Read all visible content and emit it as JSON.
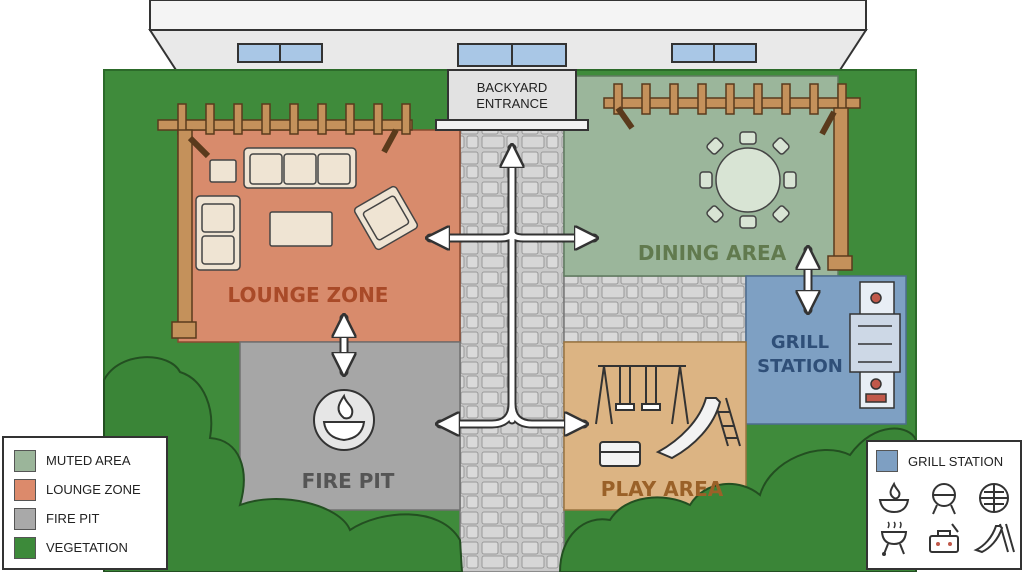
{
  "entrance": {
    "label_line1": "BACKYARD",
    "label_line2": "ENTRANCE"
  },
  "zones": {
    "lounge": "LOUNGE ZONE",
    "dining": "DINING AREA",
    "grill_line1": "GRILL",
    "grill_line2": "STATION",
    "fire_pit": "FIRE PIT",
    "play": "PLAY AREA"
  },
  "legend": {
    "items": [
      {
        "label": "MUTED AREA",
        "color": "#9bb59a"
      },
      {
        "label": "LOUNGE ZONE",
        "color": "#dc8a6b"
      },
      {
        "label": "FIRE PIT",
        "color": "#a9a9a9"
      },
      {
        "label": "VEGETATION",
        "color": "#3d8a3a"
      }
    ]
  },
  "grill_legend": {
    "title": "GRILL STATION",
    "color": "#7e9fc2",
    "icons": [
      "fire-bowl-icon",
      "kettle-grill-icon",
      "grill-grate-icon",
      "barbecue-grill-icon",
      "toolbox-icon",
      "slide-icon"
    ]
  },
  "colors": {
    "lawn": "#3f8b3b",
    "lounge": "#d88b6c",
    "dining": "#9bb69b",
    "grill": "#7ea0c3",
    "fire_pit": "#a6a6a6",
    "play": "#dcb483",
    "path": "#c9c9c9",
    "pergola": "#bf8e5a",
    "text_lounge": "#a94a28",
    "text_dining": "#617a4e",
    "text_grill": "#2f4f78",
    "text_fire": "#555555",
    "text_play": "#9a6128"
  }
}
